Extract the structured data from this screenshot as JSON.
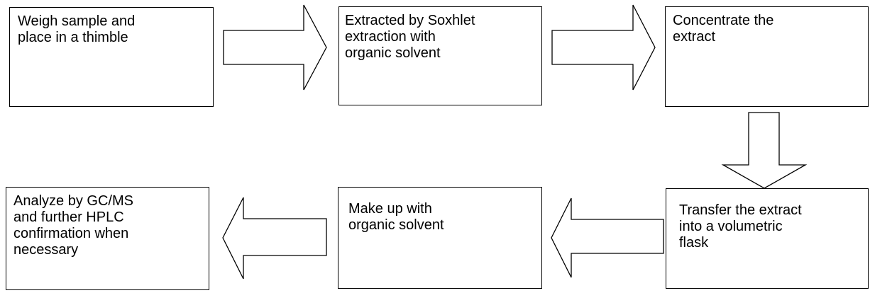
{
  "steps": [
    {
      "id": "step1",
      "text": "Weigh sample and\nplace in a thimble"
    },
    {
      "id": "step2",
      "text": "Extracted by Soxhlet\nextraction with\norganic solvent"
    },
    {
      "id": "step3",
      "text": "Concentrate the\nextract"
    },
    {
      "id": "step4",
      "text": "Transfer the extract\ninto a volumetric\nflask"
    },
    {
      "id": "step5",
      "text": "Make up with\norganic solvent"
    },
    {
      "id": "step6",
      "text": "Analyze by GC/MS\nand further HPLC\nconfirmation when\nnecessary"
    }
  ],
  "arrows": [
    {
      "from": "step1",
      "to": "step2",
      "direction": "right"
    },
    {
      "from": "step2",
      "to": "step3",
      "direction": "right"
    },
    {
      "from": "step3",
      "to": "step4",
      "direction": "down"
    },
    {
      "from": "step4",
      "to": "step5",
      "direction": "left"
    },
    {
      "from": "step5",
      "to": "step6",
      "direction": "left"
    }
  ]
}
